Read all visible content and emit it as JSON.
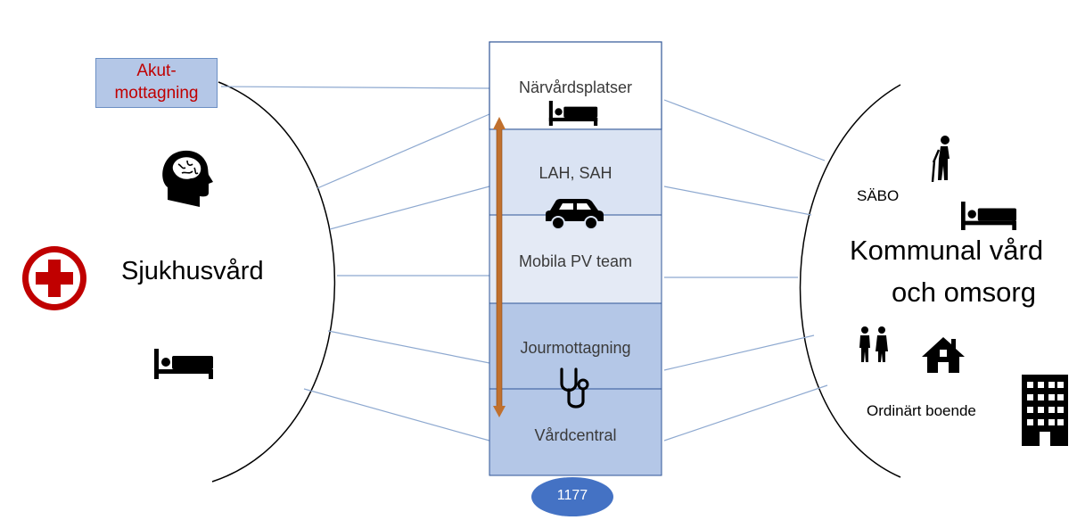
{
  "left": {
    "title": "Sjukhusvård",
    "akut_line1": "Akut-",
    "akut_line2": "mottagning"
  },
  "middle": {
    "levels": [
      {
        "label": "Närvårdsplatser",
        "icon": "bed-icon"
      },
      {
        "label": "LAH, SAH",
        "icon": "car-icon"
      },
      {
        "label": "Mobila PV team"
      },
      {
        "label": "Jourmottagning",
        "icon": "stethoscope-icon"
      },
      {
        "label": "Vårdcentral"
      }
    ],
    "phone_label": "1177"
  },
  "right": {
    "title_line1": "Kommunal vård",
    "title_line2": "och omsorg",
    "sabo": "SÄBO",
    "ordinart": "Ordinärt boende"
  },
  "icons": {
    "left": [
      "brain-head-icon",
      "red-cross-icon",
      "bed-icon"
    ],
    "right": [
      "elderly-person-icon",
      "bed-icon",
      "couple-icon",
      "house-icon",
      "apartment-building-icon"
    ]
  },
  "colors": {
    "connector_line": "#8ea9d0",
    "arrow": "#c0702e",
    "akut_box": "#b4c7e7",
    "akut_text": "#c00000",
    "cross": "#c00000",
    "phone_ellipse": "#4472c4",
    "level_border": "#2f5597"
  }
}
